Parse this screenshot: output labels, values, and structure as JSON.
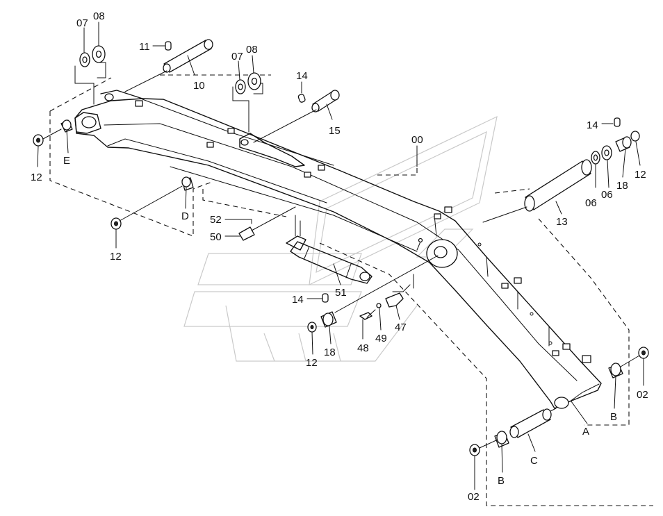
{
  "labels": {
    "l00": "00",
    "l02a": "02",
    "l02b": "02",
    "l06a": "06",
    "l06b": "06",
    "l07a": "07",
    "l07b": "07",
    "l08a": "08",
    "l08b": "08",
    "l10": "10",
    "l11": "11",
    "l12a": "12",
    "l12b": "12",
    "l12c": "12",
    "l12d": "12",
    "l13": "13",
    "l14a": "14",
    "l14b": "14",
    "l14c": "14",
    "l15": "15",
    "l18a": "18",
    "l18b": "18",
    "l47": "47",
    "l48": "48",
    "l49": "49",
    "l50": "50",
    "l51": "51",
    "l52": "52",
    "lA": "A",
    "lBa": "B",
    "lBb": "B",
    "lC": "C",
    "lD": "D",
    "lE": "E"
  }
}
